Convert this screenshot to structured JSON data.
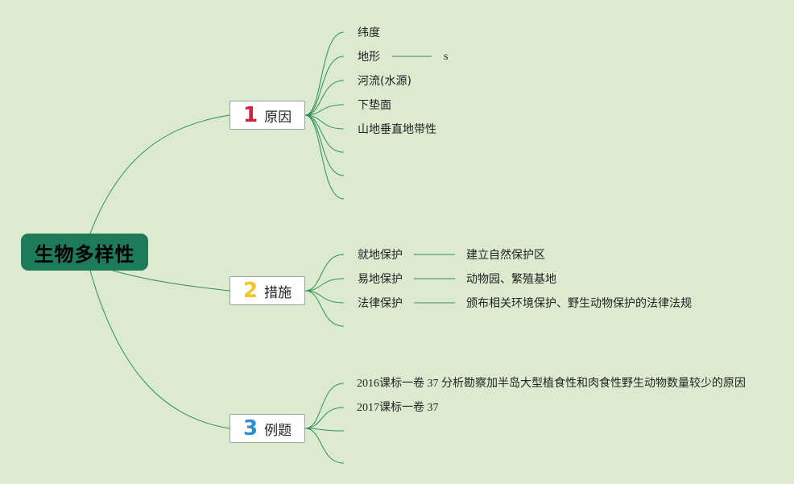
{
  "root": {
    "label": "生物多样性"
  },
  "branches": [
    {
      "num": "1",
      "num_color": "#d61f3c",
      "label": "原因",
      "leaves": [
        {
          "label": "纬度",
          "detail": ""
        },
        {
          "label": "地形",
          "detail": "s"
        },
        {
          "label": "河流(水源)",
          "detail": ""
        },
        {
          "label": "下垫面",
          "detail": ""
        },
        {
          "label": "山地垂直地带性",
          "detail": ""
        },
        {
          "label": "",
          "detail": ""
        },
        {
          "label": "",
          "detail": ""
        },
        {
          "label": "",
          "detail": ""
        }
      ]
    },
    {
      "num": "2",
      "num_color": "#f2c428",
      "label": "措施",
      "leaves": [
        {
          "label": "就地保护",
          "detail": "建立自然保护区"
        },
        {
          "label": "易地保护",
          "detail": "动物园、繁殖基地"
        },
        {
          "label": "法律保护",
          "detail": "颁布相关环境保护、野生动物保护的法律法规"
        },
        {
          "label": "",
          "detail": ""
        }
      ]
    },
    {
      "num": "3",
      "num_color": "#2a8fd4",
      "label": "例题",
      "leaves": [
        {
          "label": "2016课标一卷 37 分析勘察加半岛大型植食性和肉食性野生动物数量较少的原因",
          "detail": ""
        },
        {
          "label": "2017课标一卷 37",
          "detail": ""
        },
        {
          "label": "",
          "detail": ""
        },
        {
          "label": "",
          "detail": ""
        }
      ]
    }
  ],
  "colors": {
    "line": "#2f8f5c",
    "background": "#dcebd0",
    "root_fill": "#1e7b5a"
  }
}
